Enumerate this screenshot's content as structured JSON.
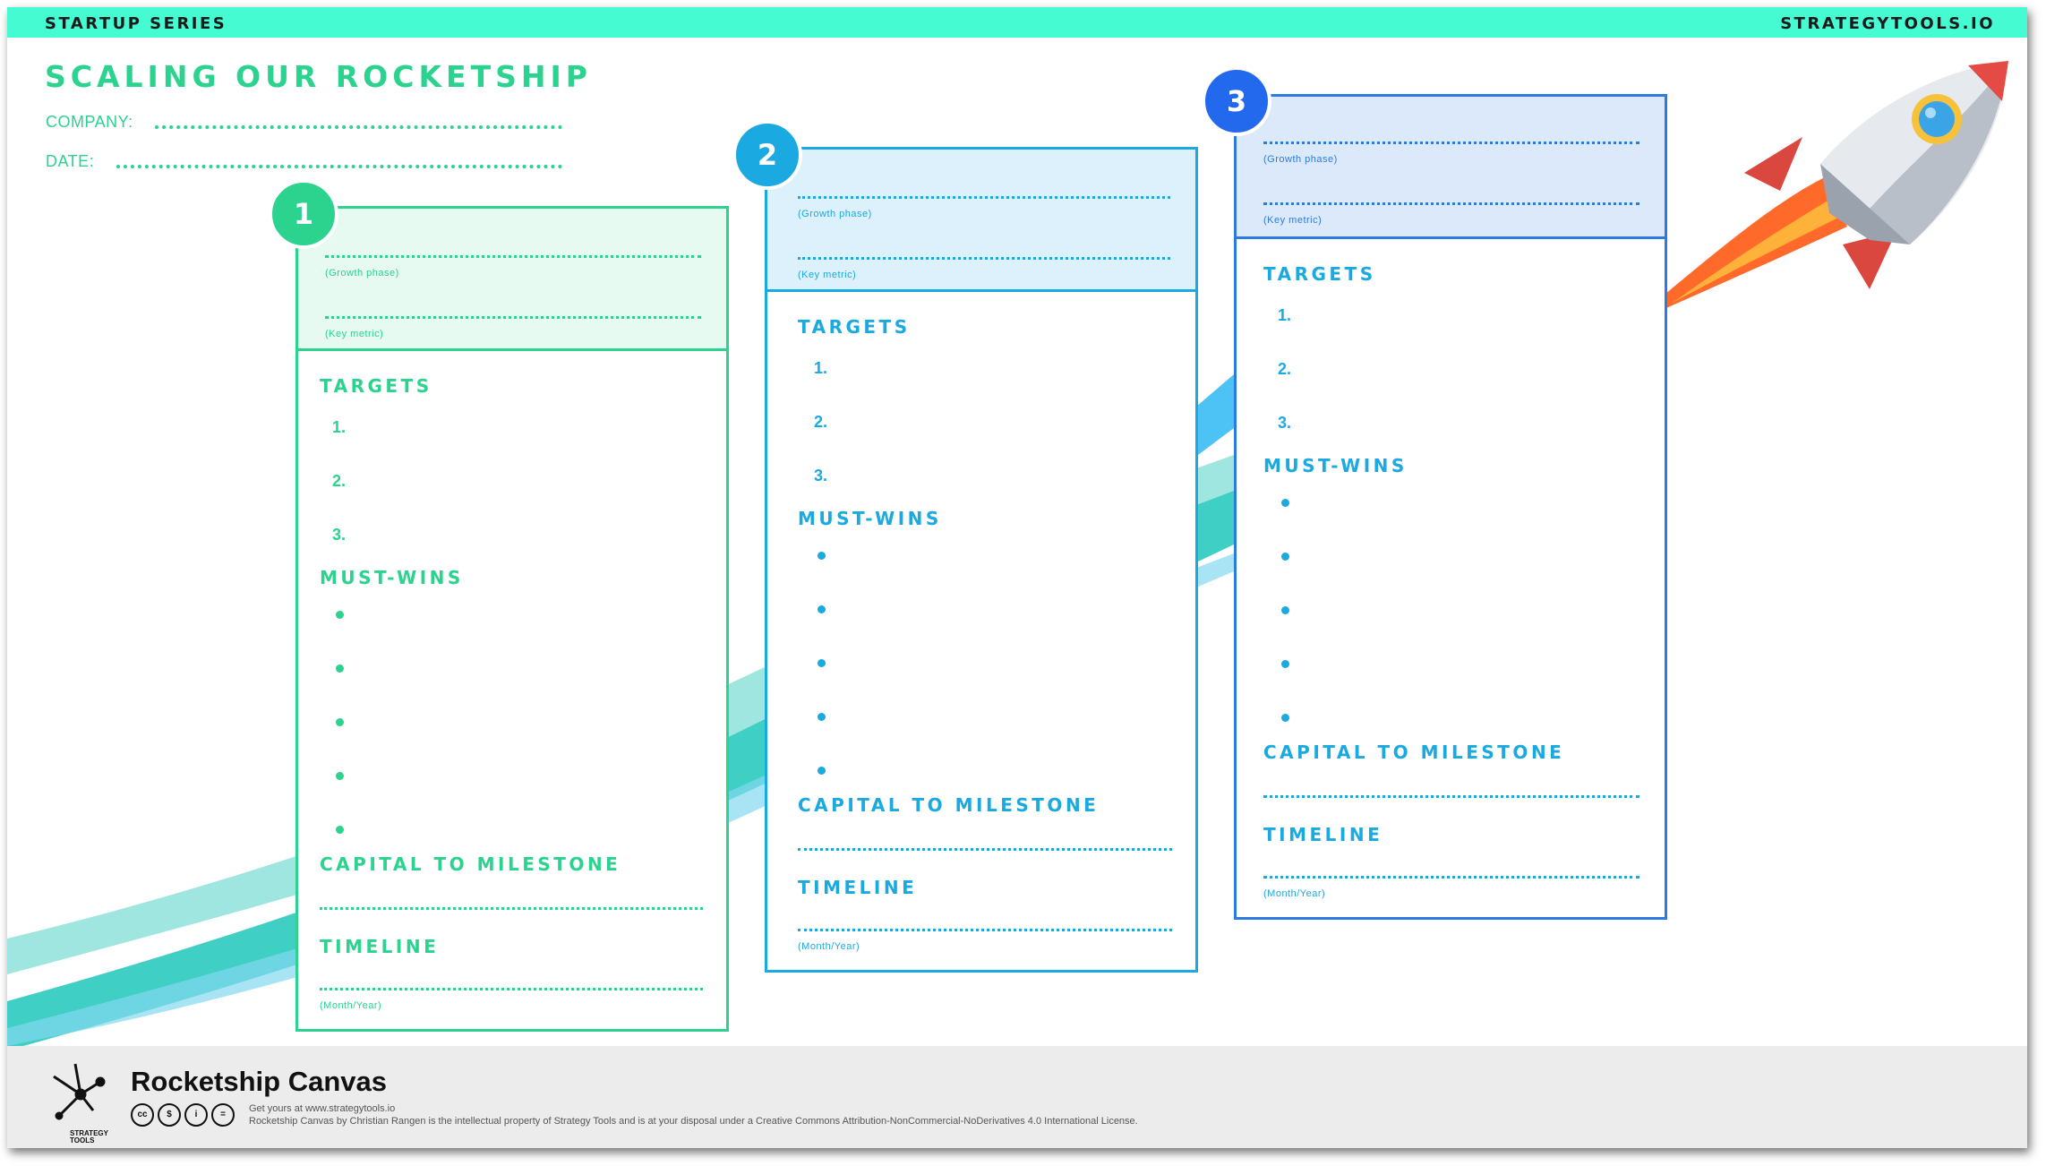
{
  "header": {
    "series": "STARTUP SERIES",
    "site": "STRATEGYTOOLS.IO"
  },
  "title": "SCALING OUR ROCKETSHIP",
  "company_label": "COMPANY:",
  "date_label": "DATE:",
  "colors": {
    "topbar": "#45fbd2",
    "stage1": "#2bd38f",
    "stage2": "#1aa9e0",
    "stage3": "#2b7be0"
  },
  "stages": [
    {
      "number": "1",
      "growth_phase": "(Growth phase)",
      "key_metric": "(Key metric)",
      "targets_heading": "TARGETS",
      "targets": [
        "1.",
        "2.",
        "3."
      ],
      "must_wins_heading": "MUST-WINS",
      "capital_heading": "CAPITAL TO MILESTONE",
      "timeline_heading": "TIMELINE",
      "timeline_hint": "(Month/Year)"
    },
    {
      "number": "2",
      "growth_phase": "(Growth phase)",
      "key_metric": "(Key metric)",
      "targets_heading": "TARGETS",
      "targets": [
        "1.",
        "2.",
        "3."
      ],
      "must_wins_heading": "MUST-WINS",
      "capital_heading": "CAPITAL TO MILESTONE",
      "timeline_heading": "TIMELINE",
      "timeline_hint": "(Month/Year)"
    },
    {
      "number": "3",
      "growth_phase": "(Growth phase)",
      "key_metric": "(Key metric)",
      "targets_heading": "TARGETS",
      "targets": [
        "1.",
        "2.",
        "3."
      ],
      "must_wins_heading": "MUST-WINS",
      "capital_heading": "CAPITAL TO MILESTONE",
      "timeline_heading": "TIMELINE",
      "timeline_hint": "(Month/Year)"
    }
  ],
  "footer": {
    "canvas_name": "Rocketship Canvas",
    "logo_text": "STRATEGY TOOLS",
    "get_yours": "Get yours at www.strategytools.io",
    "license": "Rocketship Canvas by Christian Rangen is the intellectual property of Strategy Tools and is at your disposal under a Creative Commons Attribution-NonCommercial-NoDerivatives 4.0 International License.",
    "cc_icons": [
      "cc-icon",
      "by-icon",
      "nc-icon",
      "nd-icon"
    ]
  }
}
